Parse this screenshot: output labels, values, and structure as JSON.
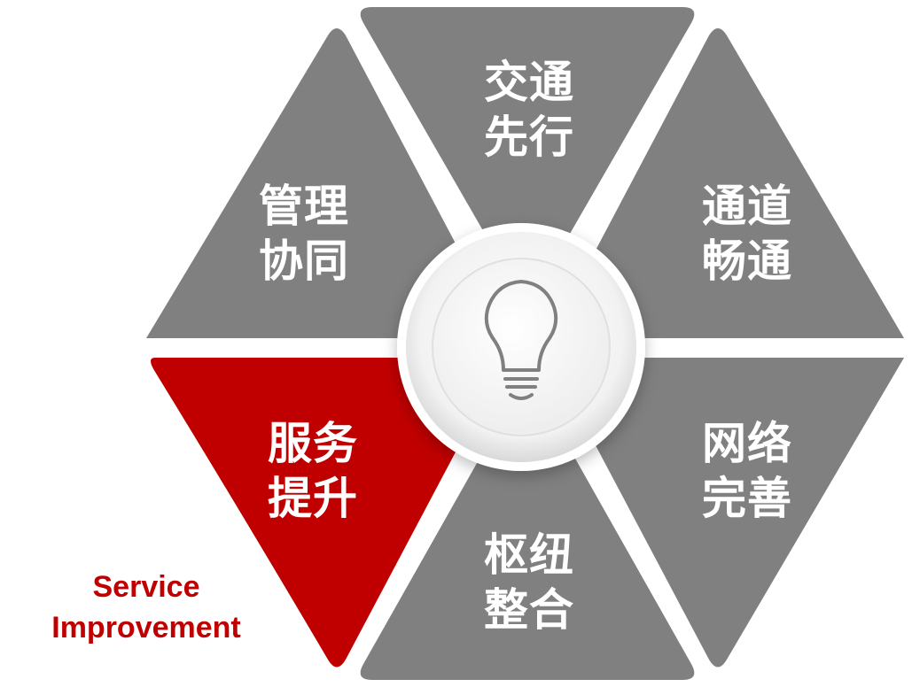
{
  "segments": [
    {
      "id": "top",
      "line1": "交通",
      "line2": "先行",
      "color": "#808080"
    },
    {
      "id": "upper-right",
      "line1": "通道",
      "line2": "畅通",
      "color": "#808080"
    },
    {
      "id": "lower-right",
      "line1": "网络",
      "line2": "完善",
      "color": "#808080"
    },
    {
      "id": "bottom",
      "line1": "枢纽",
      "line2": "整合",
      "color": "#808080"
    },
    {
      "id": "lower-left",
      "line1": "服务",
      "line2": "提升",
      "color": "#c00000"
    },
    {
      "id": "upper-left",
      "line1": "管理",
      "line2": "协同",
      "color": "#808080"
    }
  ],
  "center": {
    "icon": "lightbulb-icon"
  },
  "caption": {
    "line1": "Service",
    "line2": "Improvement",
    "color": "#c00000"
  }
}
